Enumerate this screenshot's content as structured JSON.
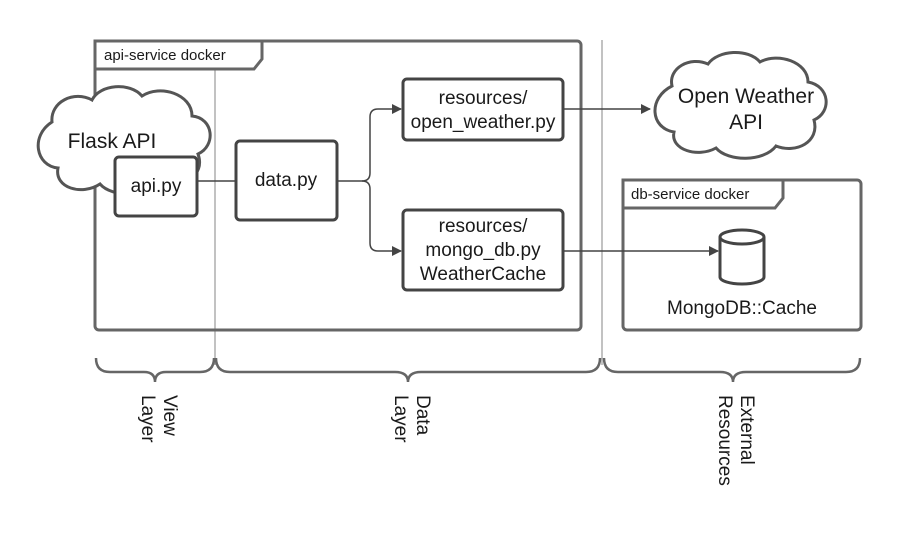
{
  "frames": {
    "api_service": "api-service docker",
    "db_service": "db-service docker"
  },
  "nodes": {
    "flask_api": "Flask API",
    "api_py": "api.py",
    "data_py": "data.py",
    "open_weather_line1": "resources/",
    "open_weather_line2": "open_weather.py",
    "mongo_line1": "resources/",
    "mongo_line2": "mongo_db.py",
    "mongo_line3": "WeatherCache",
    "open_weather_api_line1": "Open Weather",
    "open_weather_api_line2": "API",
    "mongodb_cache": "MongoDB::Cache"
  },
  "layers": {
    "view_line1": "View",
    "view_line2": "Layer",
    "data_line1": "Data",
    "data_line2": "Layer",
    "external_line1": "External",
    "external_line2": "Resources"
  },
  "icons": {
    "database": "database-cylinder-icon",
    "cloud": "cloud-shape"
  }
}
